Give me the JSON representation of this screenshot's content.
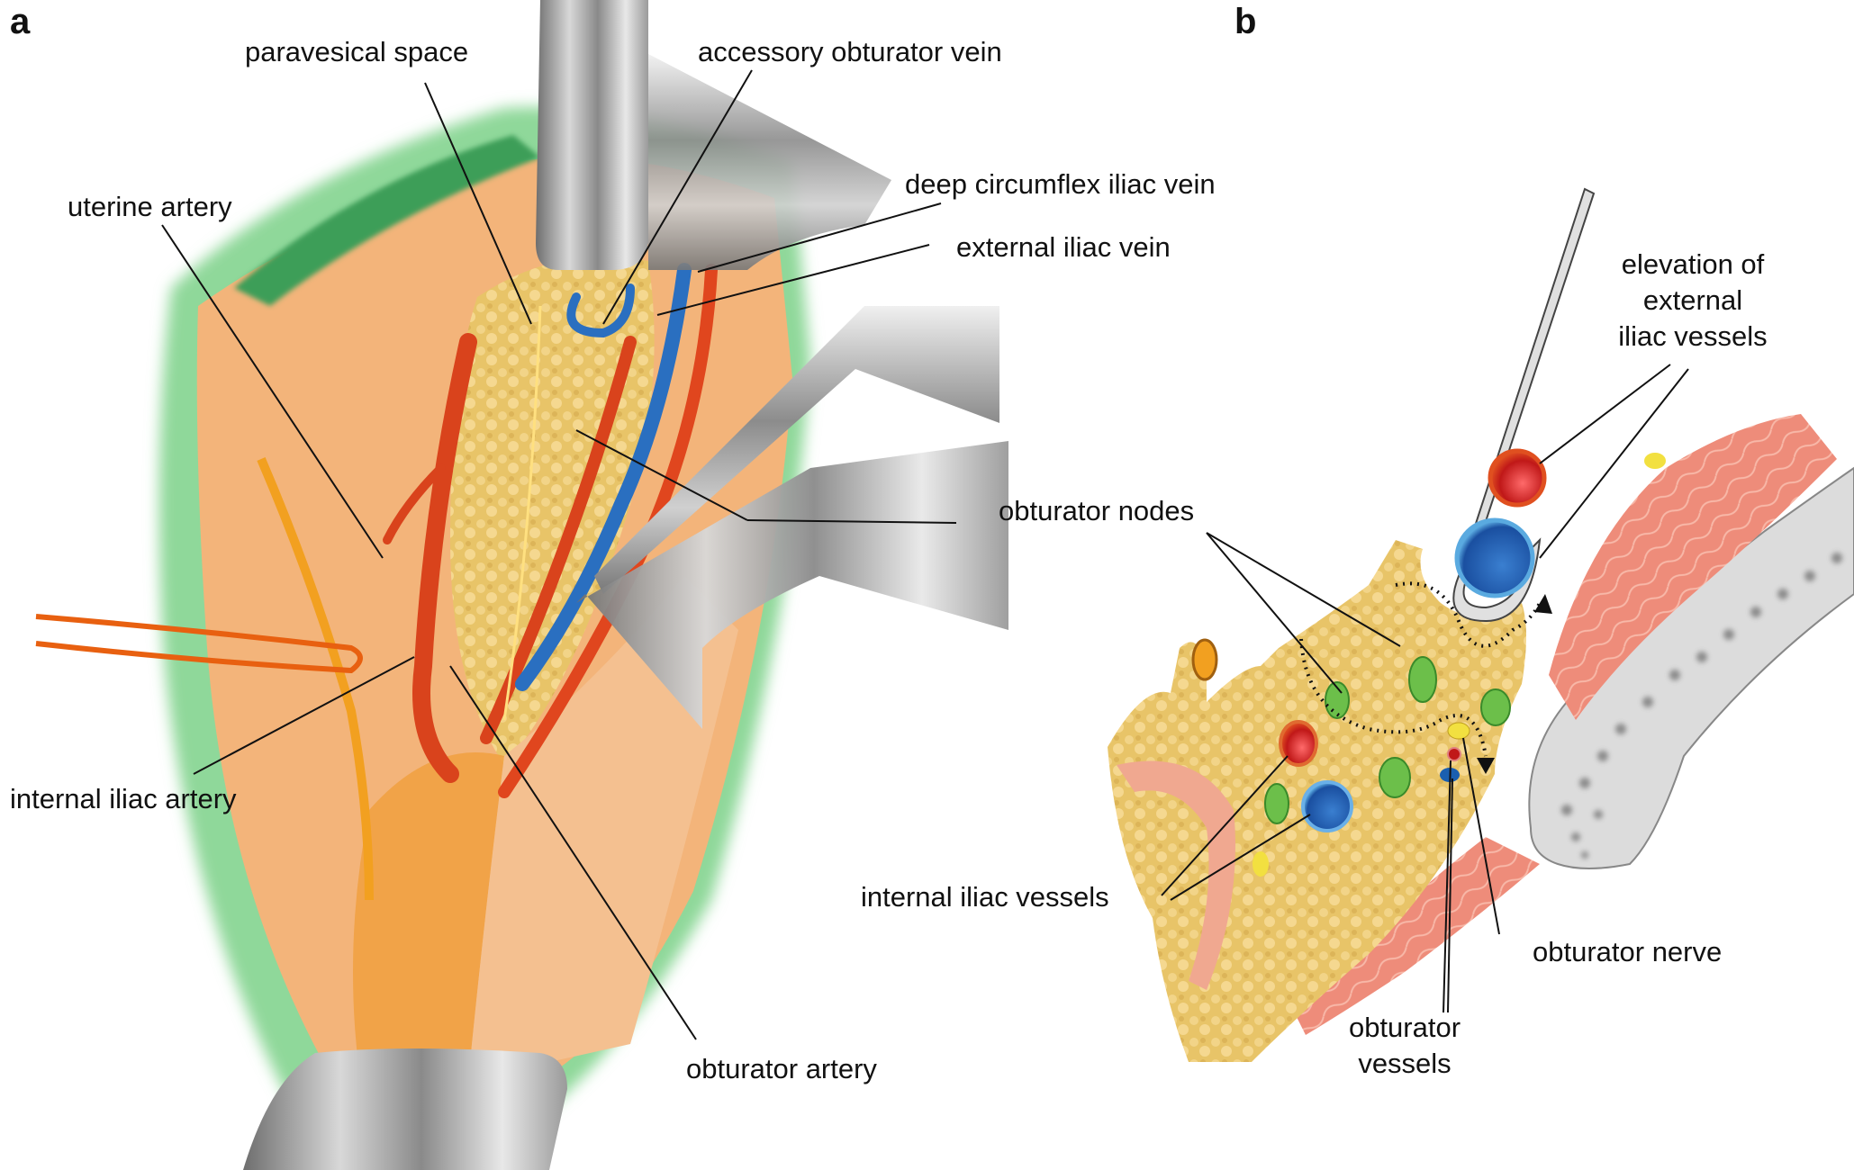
{
  "figure": {
    "panels": [
      {
        "letter": "a"
      },
      {
        "letter": "b"
      }
    ],
    "panel_a_labels": {
      "paravesical_space": "paravesical space",
      "accessory_obturator_vein": "accessory obturator vein",
      "deep_circumflex_iliac_vein": "deep circumflex iliac vein",
      "external_iliac_vein": "external iliac vein",
      "uterine_artery": "uterine artery",
      "obturator_nodes": "obturator nodes",
      "internal_iliac_artery": "internal iliac artery",
      "obturator_artery": "obturator artery"
    },
    "panel_b_labels": {
      "elevation_line1": "elevation of",
      "elevation_line2": "external",
      "elevation_line3": "iliac vessels",
      "internal_iliac_vessels": "internal iliac vessels",
      "obturator_nerve": "obturator nerve",
      "obturator_vessels_line1": "obturator",
      "obturator_vessels_line2": "vessels"
    },
    "colors": {
      "artery": "#d93a1e",
      "vein": "#2a6fc0",
      "fat": "#f0c060",
      "node": "#6cbf4a",
      "muscle": "#f09080",
      "bone": "#d8d8d8",
      "peritoneum": "#5cbf70",
      "retractor": "#a8a8a8"
    }
  }
}
